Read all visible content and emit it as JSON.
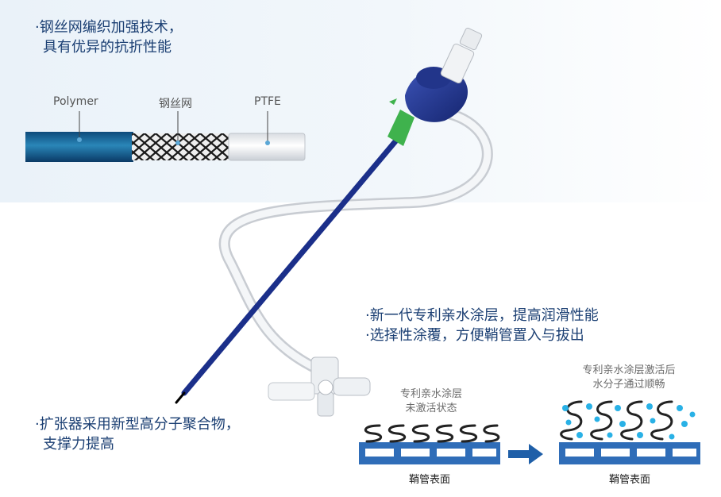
{
  "features": {
    "braid": {
      "line1": "·钢丝网编织加强技术，",
      "line2": "具有优异的抗折性能"
    },
    "coating": {
      "line1": "·新一代专利亲水涂层，提高润滑性能",
      "line2": "·选择性涂覆，方便鞘管置入与拔出"
    },
    "dilator": {
      "line1": "·扩张器采用新型高分子聚合物，",
      "line2": "支撑力提高"
    }
  },
  "tube_layers": {
    "polymer": "Polymer",
    "steel_mesh": "钢丝网",
    "ptfe": "PTFE"
  },
  "coating_diagram": {
    "before": {
      "caption_line1": "专利亲水涂层",
      "caption_line2": "未激活状态",
      "surface": "鞘管表面"
    },
    "after": {
      "caption_line1": "专利亲水涂层激活后",
      "caption_line2": "水分子通过顺畅",
      "surface": "鞘管表面"
    }
  },
  "colors": {
    "text_blue": "#1b3f73",
    "navy": "#1b2f8a",
    "green": "#2ea84a",
    "water": "#29b1e6"
  }
}
